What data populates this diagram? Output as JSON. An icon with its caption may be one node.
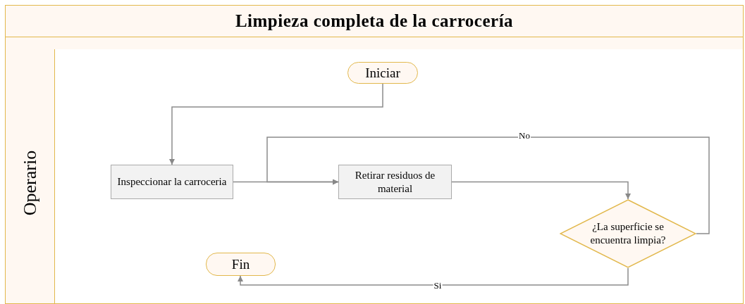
{
  "diagram": {
    "title": "Limpieza completa de la carrocería",
    "nodes": [
      {
        "text": [
          "Operario"
        ]
      },
      {
        "text": [
          "Iniciar"
        ],
        "in": 0
      },
      {
        "text": [
          "Inspeccionar la carroceria"
        ],
        "in": 0
      },
      {
        "text": [
          "Retirar residuos de material"
        ],
        "in": 0
      },
      {
        "text": [
          "¿La superficie se encuentra limpia?"
        ],
        "in": 0
      },
      {
        "text": [
          "Fin"
        ],
        "in": 0
      }
    ],
    "edges": [
      {
        "from": 1,
        "to": 2,
        "arrow": "to"
      },
      {
        "from": 2,
        "to": 3,
        "arrow": "to"
      },
      {
        "from": 3,
        "to": 4,
        "arrow": "to"
      },
      {
        "from": 4,
        "to": 3,
        "arrow": "to",
        "label": "No"
      },
      {
        "from": 4,
        "to": 5,
        "arrow": "to",
        "label": "Si"
      }
    ]
  }
}
